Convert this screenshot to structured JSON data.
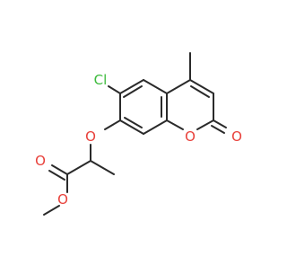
{
  "molecule": {
    "atom_labels": {
      "chlorine": "Cl",
      "ether_oxygen": "O",
      "ring_oxygen": "O",
      "carbonyl_oxygen_lactone": "O",
      "ester_carbonyl_oxygen": "O",
      "ester_oxygen": "O"
    },
    "colors": {
      "bond": "#2a2a2a",
      "oxygen": "#e8403a",
      "chlorine": "#3dbb3d",
      "background": "#ffffff"
    }
  }
}
